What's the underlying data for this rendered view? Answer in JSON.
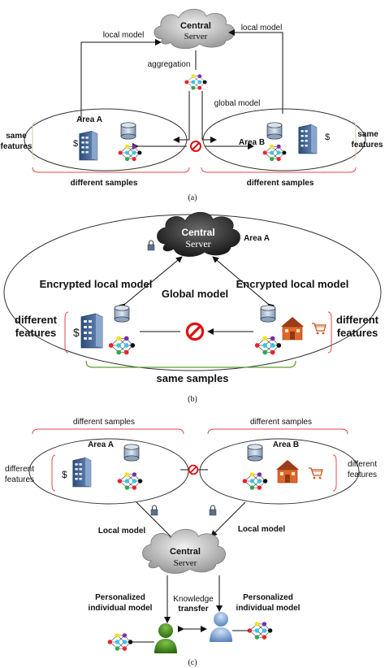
{
  "panel_a": {
    "cloud_line1": "Central",
    "cloud_line2": "Server",
    "local_model_left": "local model",
    "local_model_right": "local model",
    "aggregation": "aggregation",
    "global_model": "global model",
    "area_a": "Area A",
    "area_b": "Area B",
    "same_features_left_1": "same",
    "same_features_left_2": "features",
    "same_features_right_1": "same",
    "same_features_right_2": "features",
    "different_samples_left": "different samples",
    "different_samples_right": "different samples",
    "caption": "(a)"
  },
  "panel_b": {
    "cloud_line1": "Central",
    "cloud_line2": "Server",
    "area_a": "Area A",
    "encrypted_left": "Encrypted local model",
    "encrypted_right": "Encrypted local model",
    "global_model": "Global model",
    "different_features_left_1": "different",
    "different_features_left_2": "features",
    "different_features_right_1": "different",
    "different_features_right_2": "features",
    "same_samples": "same samples",
    "caption": "(b)"
  },
  "panel_c": {
    "different_samples_left": "different samples",
    "different_samples_right": "different samples",
    "area_a": "Area A",
    "area_b": "Area B",
    "different_features_left_1": "different",
    "different_features_left_2": "features",
    "different_features_right_1": "different",
    "different_features_right_2": "features",
    "local_model_left": "Local model",
    "local_model_right": "Local model",
    "cloud_line1": "Central",
    "cloud_line2": "Server",
    "personalized_left_1": "Personalized",
    "personalized_left_2": "individual model",
    "personalized_right_1": "Personalized",
    "personalized_right_2": "individual model",
    "knowledge_1": "Knowledge",
    "knowledge_2": "transfer",
    "caption": "(c)"
  },
  "colors": {
    "bracket_red": "#e04848",
    "bracket_green": "#5aa02c",
    "stop_red": "#e01010",
    "node_red": "#e8232a",
    "node_yellow": "#f4e21c",
    "node_purple": "#7b2fa8",
    "node_green": "#2fa84f",
    "node_cyan": "#3cc3e8",
    "node_black": "#111111",
    "house_orange": "#e0672a",
    "user_green": "#3f8a1e",
    "user_blue": "#7aa7d9"
  }
}
